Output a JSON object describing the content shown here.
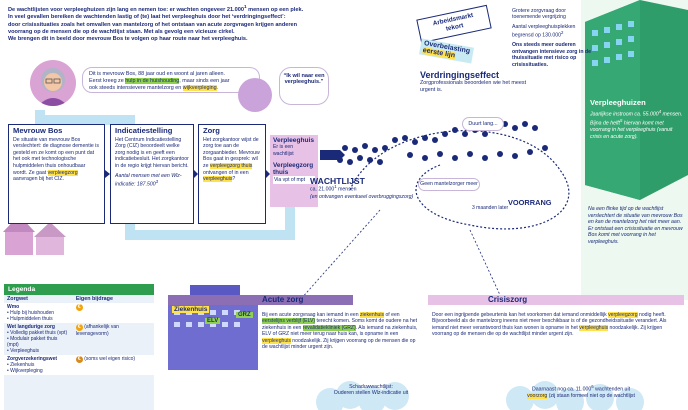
{
  "intro": {
    "line1": "De wachtlijsten voor verpleeghuizen zijn lang en nemen toe: er wachten ongeveer 21.000",
    "line1_sup": "1",
    "line1b": " mensen op een plek.",
    "line2": "In veel gevallen bereiken de wachtenden lastig of (te) laat het verpleeghuis door het ‘verdringingseffect’:",
    "line3": "door crisissituaties zoals het omvallen van mantelzorg of het ontstaan van acute zorgvragen krijgen anderen",
    "line4": "voorrang op de mensen die op de wachtlijst staan. Met als gevolg een vicieuze cirkel.",
    "line5": "We brengen dit in beeld door mevrouw Bos te volgen op haar route naar het verpleeghuis."
  },
  "tags": {
    "arbeidsmarkt": "Arbeidsmarkt\ntekort",
    "overbelasting": "Overbelasting",
    "eerste_lijn": "eerste lijn"
  },
  "bullets_top": {
    "b1": "Grotere zorgvraag door toenemende vergrijzing",
    "b2": "Aantal verpleeghuisplekken begrensd op 130.000",
    "b2_sup": "2",
    "bold": "Ons steeds meer ouderen ontvangen intensieve zorg in de thuissituatie met risico op crisissituaties."
  },
  "mevrouw_intro": {
    "a": "Dit is mevrouw Bos, 88 jaar oud en woont al jaren alleen.",
    "b": "Eerst kreeg ze ",
    "hl1": "hulp in de huishouding",
    "c": ", maar sinds een jaar",
    "d": "ook steeds intensievere mantelzorg en ",
    "hl2": "wijkverpleging",
    "e": "."
  },
  "quote": "“Ik wil naar een verpleeghuis.”",
  "box1": {
    "title": "Mevrouw Bos",
    "p1": "De situatie van mevrouw Bos verslechtert: de diagnose dementie is gesteld en ze komt op een punt dat het ook met technologische hulpmiddelen thuis onhoudbaar wordt. Ze gaat ",
    "hl": "verpleegzorg",
    "p1b": " aanvragen bij het CIZ."
  },
  "box2": {
    "title": "Indicatiestelling",
    "p1": "Het Centrum Indicatiestelling Zorg (CIZ) beoordeelt welke zorg nodig is en geeft een indicatiebesluit. Het zorgkantoor in de regio krijgt hiervan bericht.",
    "p2": "Aantal mensen met een Wlz-indicatie: 187.500",
    "p2_sup": "3"
  },
  "box3": {
    "title": "Zorg",
    "p1": "Het zorgkantoor wijst de zorg toe aan de zorgaanbieder. Mevrouw Bos gaat in gesprek: wil ze ",
    "hl1": "verpleegzorg thuis",
    "p1b": " ontvangen of in een ",
    "hl2": "verpleeghuis",
    "p1c": "?"
  },
  "box4": {
    "title": "Verpleeghuis",
    "sub": "Er is een wachtlijst",
    "title2": "Verpleegzorg thuis",
    "sub2": "Via vpt of mpt"
  },
  "verdringing": {
    "title": "Verdringingseffect",
    "sub": "Zorgprofessionals beoordelen wie het meest urgent is."
  },
  "wachtlijst": {
    "title": "WACHTLIJST",
    "sub": "ca. 21.000",
    "sub_sup": "1",
    "sub2": " mensen",
    "it": "(en ontvangen eventueel overbruggingszorg)"
  },
  "speech": {
    "duurt": "Duurt lang...",
    "mantel": "Geen mantelzorger meer"
  },
  "voorrang": "VOORRANG",
  "maanden": "3 maanden later",
  "verpleeghuizen": {
    "title": "Verpleeghuizen",
    "p": "Jaarlijkse instroom ca. 55.000",
    "p_sup": "4",
    "p2": " mensen. Bijna de helft",
    "p2_sup": "5",
    "p3": " hiervan komt met voorrang in het verpleeghuis (vanuit crisis en acute zorg)."
  },
  "flinke": "Na een flinke tijd op de wachtlijst verslechtert de situatie van mevrouw Bos en kan de mantelzorg het niet meer aan. Er ontstaat een crisissituatie en mevrouw Bos komt met voorrang in het verpleeghuis.",
  "legend": {
    "title": "Legenda",
    "col1": "Zorgwet",
    "col2": "Eigen bijdrage",
    "wmo": "Wmo",
    "wmo_items": [
      "Hulp bij huishouden",
      "Hulpmiddelen thuis"
    ],
    "wlz": "Wet langdurige zorg",
    "wlz_items": [
      "Volledig pakket thuis (vpt)",
      "Modulair pakket thuis (mpt)",
      "Verpleeghuis"
    ],
    "wlz_note": "(afhankelijk van levensgevorm)",
    "zvw": "Zorgverzekeringswet",
    "zvw_items": [
      "Ziekenhuis",
      "Wijkverpleging"
    ],
    "zvw_note": "(soms wel eigen risico)"
  },
  "acute": {
    "title": "Acute zorg",
    "p1": "Bij een acute zorgvraag kan iemand in een ",
    "hl1": "ziekenhuis",
    "p2": " of een ",
    "hl2": "eerstelijns verblijf (ELV)",
    "p3": " terecht komen. Soms komt de oudere na het ziekenhuis in een ",
    "hl3": "revalidatiekliniek (GRZ)",
    "p4": ". Als iemand na ziekenhuis, ELV of GRZ niet meer terug naar huis kan, is opname in een ",
    "hl4": "verpleeghuis",
    "p5": " noodzakelijk. Zij krijgen voorrang op de mensen die op de wachtlijst minder urgent zijn.",
    "ziekenhuis": "Ziekenhuis",
    "elv": "ELV",
    "grz": "GRZ"
  },
  "crisis": {
    "title": "Crisiszorg",
    "p1": "Door een ingrijpende gebeurtenis kan het voorkomen dat iemand onmiddellijk ",
    "hl1": "verpleegzorg",
    "p2": " nodig heeft. Bijvoorbeeld als de mantelzorg ineens niet meer beschikbaar is of de gezondheidssituatie verandert. Als iemand niet meer verantwoord thuis kan wonen is opname in het ",
    "hl2": "verpleeghuis",
    "p3": " noodzakelijk. Zij krijgen voorrang op de mensen die op de wachtlijst minder urgent zijn."
  },
  "bottom_left": {
    "a": "Schaduwwachtlijst:",
    "b": "Ouderen stellen Wlz-indicatie uit"
  },
  "bottom_right": {
    "a": "Daarnaast nog ca. 11.000",
    "sup": "6",
    "b": " wachtenden uit",
    "c": "voorzorg",
    "d": " (zij staan formeel niet op de wachtlijst"
  }
}
